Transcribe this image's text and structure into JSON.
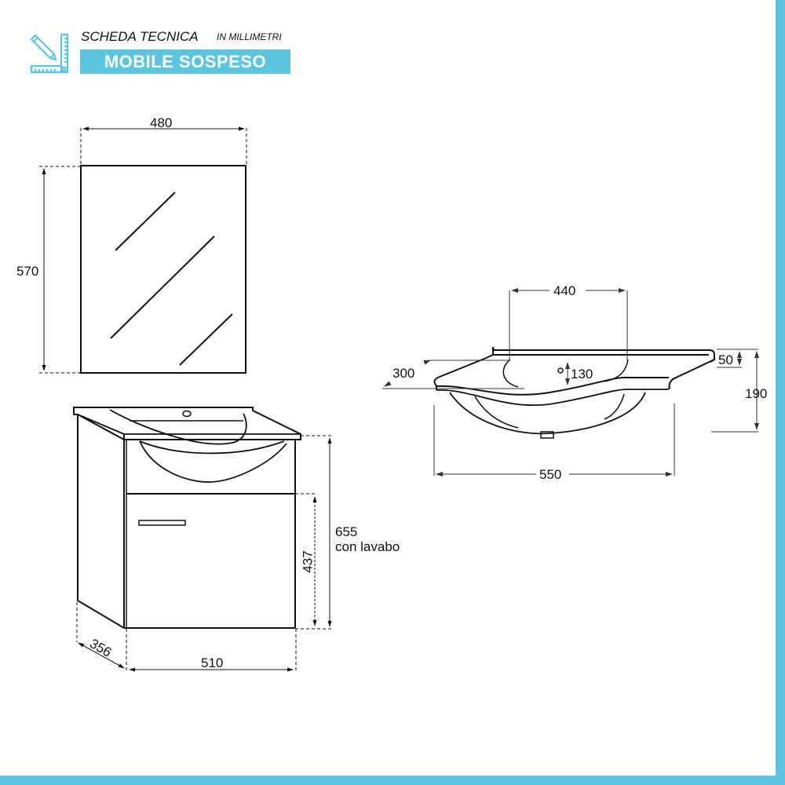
{
  "header": {
    "title": "SCHEDA TECNICA",
    "unit_note": "IN MILLIMETRI",
    "product_banner": "MOBILE SOSPESO",
    "icon": "ruler-pencil-icon"
  },
  "colors": {
    "accent": "#5bc5df",
    "line": "#111111",
    "background": "#ffffff"
  },
  "mirror": {
    "width": "480",
    "height": "570"
  },
  "cabinet": {
    "width": "510",
    "depth": "356",
    "height_body": "437",
    "height_total": "655",
    "height_total_note": "con lavabo"
  },
  "basin": {
    "bowl_width": "440",
    "depth": "300",
    "bowl_depth": "130",
    "rim_height": "50",
    "total_height": "190",
    "total_width": "550"
  }
}
